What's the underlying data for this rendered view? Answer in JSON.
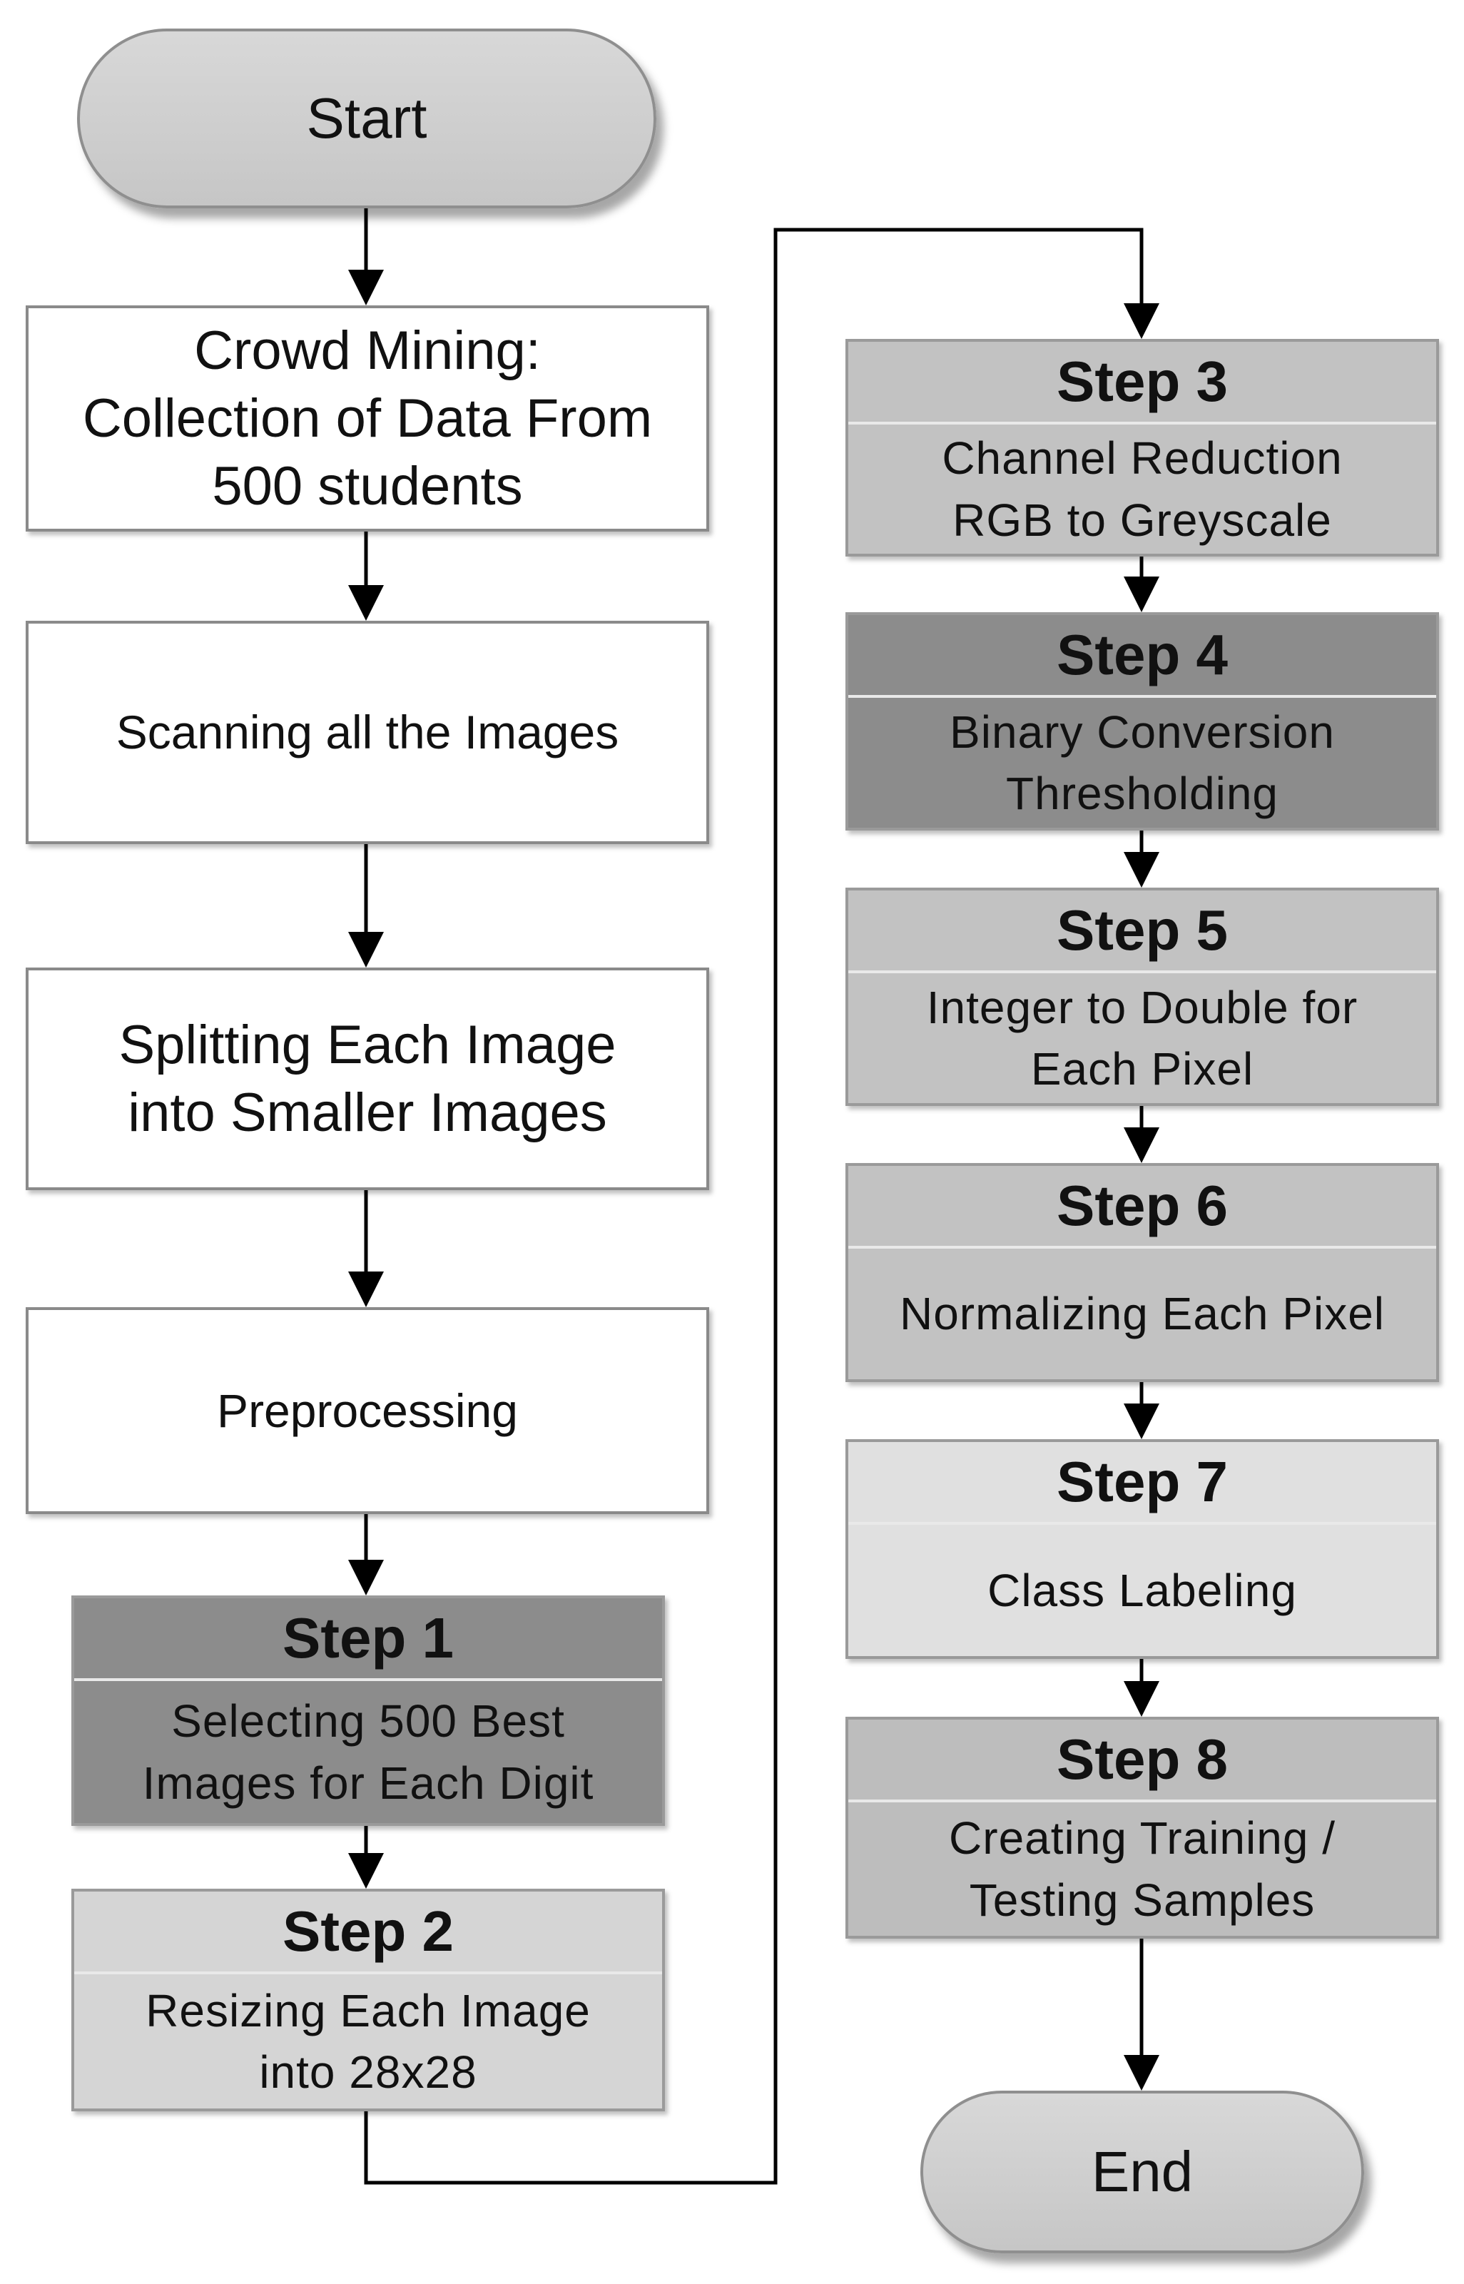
{
  "start": "Start",
  "end": "End",
  "crowd_mining": [
    "Crowd Mining:",
    "Collection of Data From",
    "500 students"
  ],
  "scanning": "Scanning all the Images",
  "splitting": [
    "Splitting Each Image",
    "into Smaller Images"
  ],
  "preprocessing": "Preprocessing",
  "steps": [
    {
      "title": "Step 1",
      "lines": [
        "Selecting 500 Best",
        "Images for Each Digit"
      ],
      "color": "#8c8c8c"
    },
    {
      "title": "Step 2",
      "lines": [
        "Resizing Each Image",
        "into 28x28"
      ],
      "color": "#d5d5d5"
    },
    {
      "title": "Step 3",
      "lines": [
        "Channel Reduction",
        "RGB to Greyscale"
      ],
      "color": "#c2c2c2"
    },
    {
      "title": "Step 4",
      "lines": [
        "Binary Conversion",
        "Thresholding"
      ],
      "color": "#8c8c8c"
    },
    {
      "title": "Step 5",
      "lines": [
        "Integer to Double for",
        "Each Pixel"
      ],
      "color": "#c2c2c2"
    },
    {
      "title": "Step 6",
      "lines": [
        "Normalizing Each Pixel"
      ],
      "color": "#c2c2c2"
    },
    {
      "title": "Step 7",
      "lines": [
        "Class Labeling"
      ],
      "color": "#e0e0e0"
    },
    {
      "title": "Step 8",
      "lines": [
        "Creating Training /",
        "Testing Samples"
      ],
      "color": "#bdbdbd"
    }
  ]
}
